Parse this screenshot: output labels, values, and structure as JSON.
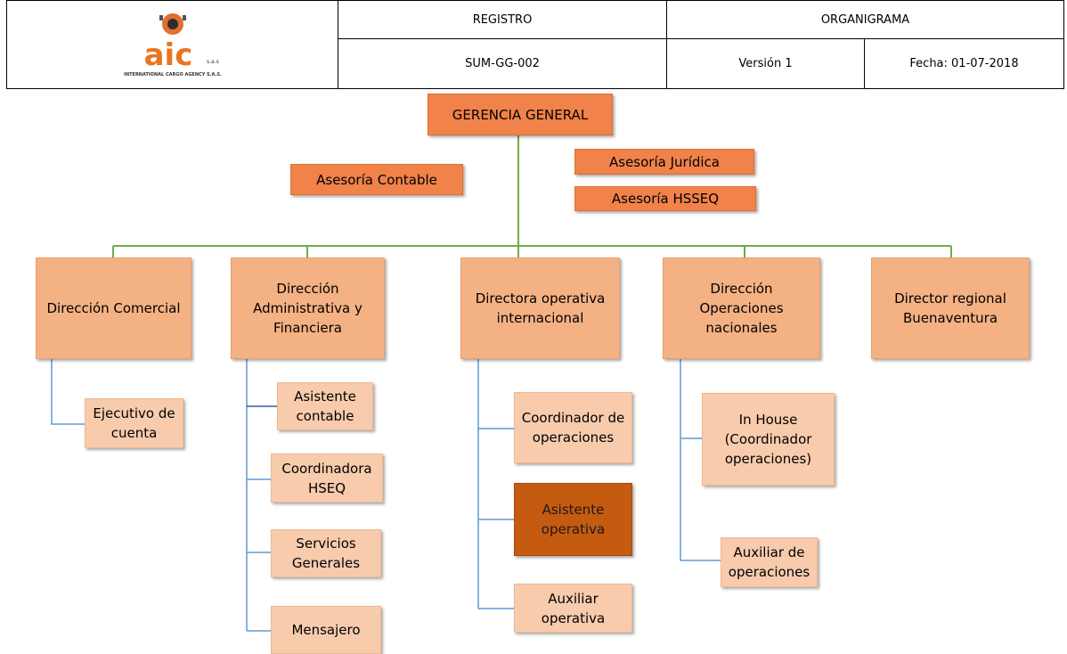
{
  "header": {
    "logo_text": "aic",
    "logo_suffix": "s.a.s",
    "logo_tagline": "INTERNATIONAL CARGO AGENCY S.A.S.",
    "registro": "REGISTRO",
    "organigrama": "ORGANIGRAMA",
    "code": "SUM-GG-002",
    "version": "Versión 1",
    "fecha": "Fecha: 01-07-2018"
  },
  "colors": {
    "primary_orange": "#f0824a",
    "direction_peach": "#f4b183",
    "staff_light": "#f8cbad",
    "highlight_dark": "#c55a11",
    "connector_green": "#70ad47",
    "connector_blue": "#5b9bd5"
  },
  "org": {
    "top": "GERENCIA GENERAL",
    "advisory": {
      "contable": "Asesoría Contable",
      "juridica": "Asesoría Jurídica",
      "hsseq": "Asesoría HSSEQ"
    },
    "directions": {
      "comercial": {
        "title": "Dirección Comercial",
        "staff": [
          "Ejecutivo de cuenta"
        ]
      },
      "administrativa": {
        "title": "Dirección Administrativa y Financiera",
        "staff": [
          "Asistente contable",
          "Coordinadora HSEQ",
          "Servicios Generales",
          "Mensajero"
        ]
      },
      "internacional": {
        "title": "Directora operativa internacional",
        "staff": [
          "Coordinador de operaciones",
          "Asistente operativa",
          "Auxiliar operativa"
        ]
      },
      "nacionales": {
        "title": "Dirección Operaciones nacionales",
        "staff": [
          "In House (Coordinador operaciones)",
          "Auxiliar de operaciones"
        ]
      },
      "regional": {
        "title": "Director regional Buenaventura"
      }
    }
  }
}
